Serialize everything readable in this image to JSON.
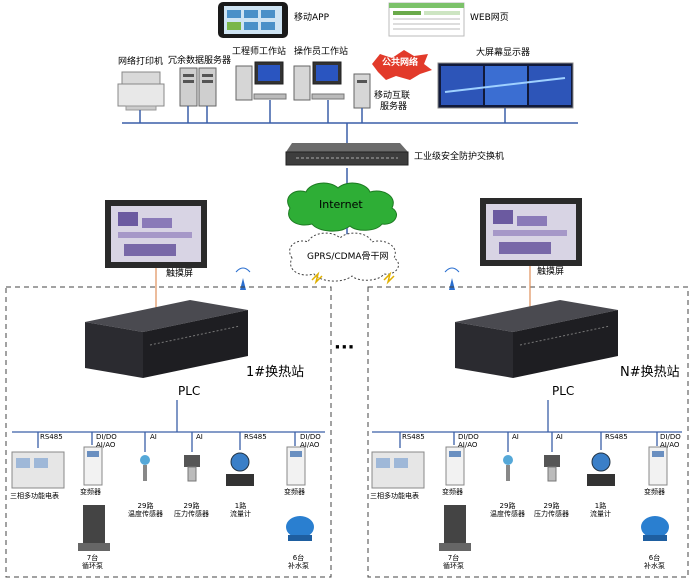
{
  "top": {
    "mobile_app": "移动APP",
    "web_page": "WEB网页"
  },
  "devices": {
    "printer": "网络打印机",
    "redundant_server": "冗余数据服务器",
    "engineer_ws": "工程师工作站",
    "operator_ws": "操作员工作站",
    "public_network": "公共网络",
    "mobile_server_line1": "移动互联",
    "mobile_server_line2": "服务器",
    "big_screen": "大屏幕显示器",
    "switch": "工业级安全防护交换机"
  },
  "network": {
    "internet": "Internet",
    "gprs": "GPRS/CDMA骨干网",
    "touch_screen_left": "触摸屏",
    "touch_screen_right": "触摸屏",
    "ellipsis": "···"
  },
  "stations": [
    {
      "title": "1#换热站",
      "plc": "PLC",
      "buses": [
        "RS485",
        "DI/DO\nAI/AO",
        "AI",
        "AI",
        "RS485",
        "DI/DO\nAI/AO"
      ],
      "meter": "三相多功能电表",
      "vfd1": "变频器",
      "temp": "29路\n温度传感器",
      "pressure": "29路\n压力传感器",
      "flow": "1路\n流量计",
      "vfd2": "变频器",
      "pump": "7台\n循环泵",
      "makeup": "6台\n补水泵"
    },
    {
      "title": "N#换热站",
      "plc": "PLC",
      "buses": [
        "RS485",
        "DI/DO\nAI/AO",
        "AI",
        "AI",
        "RS485",
        "DI/DO\nAI/AO"
      ],
      "meter": "三相多功能电表",
      "vfd1": "变频器",
      "temp": "29路\n温度传感器",
      "pressure": "29路\n压力传感器",
      "flow": "1路\n流量计",
      "vfd2": "变频器",
      "pump": "7台\n循环泵",
      "makeup": "6台\n补水泵"
    }
  ],
  "colors": {
    "network_line": "#3a5fa8",
    "cloud_green": "#2eae36",
    "touch_line": "#e0905a",
    "station_border": "#444444",
    "plc_body": "#2b2b30"
  }
}
